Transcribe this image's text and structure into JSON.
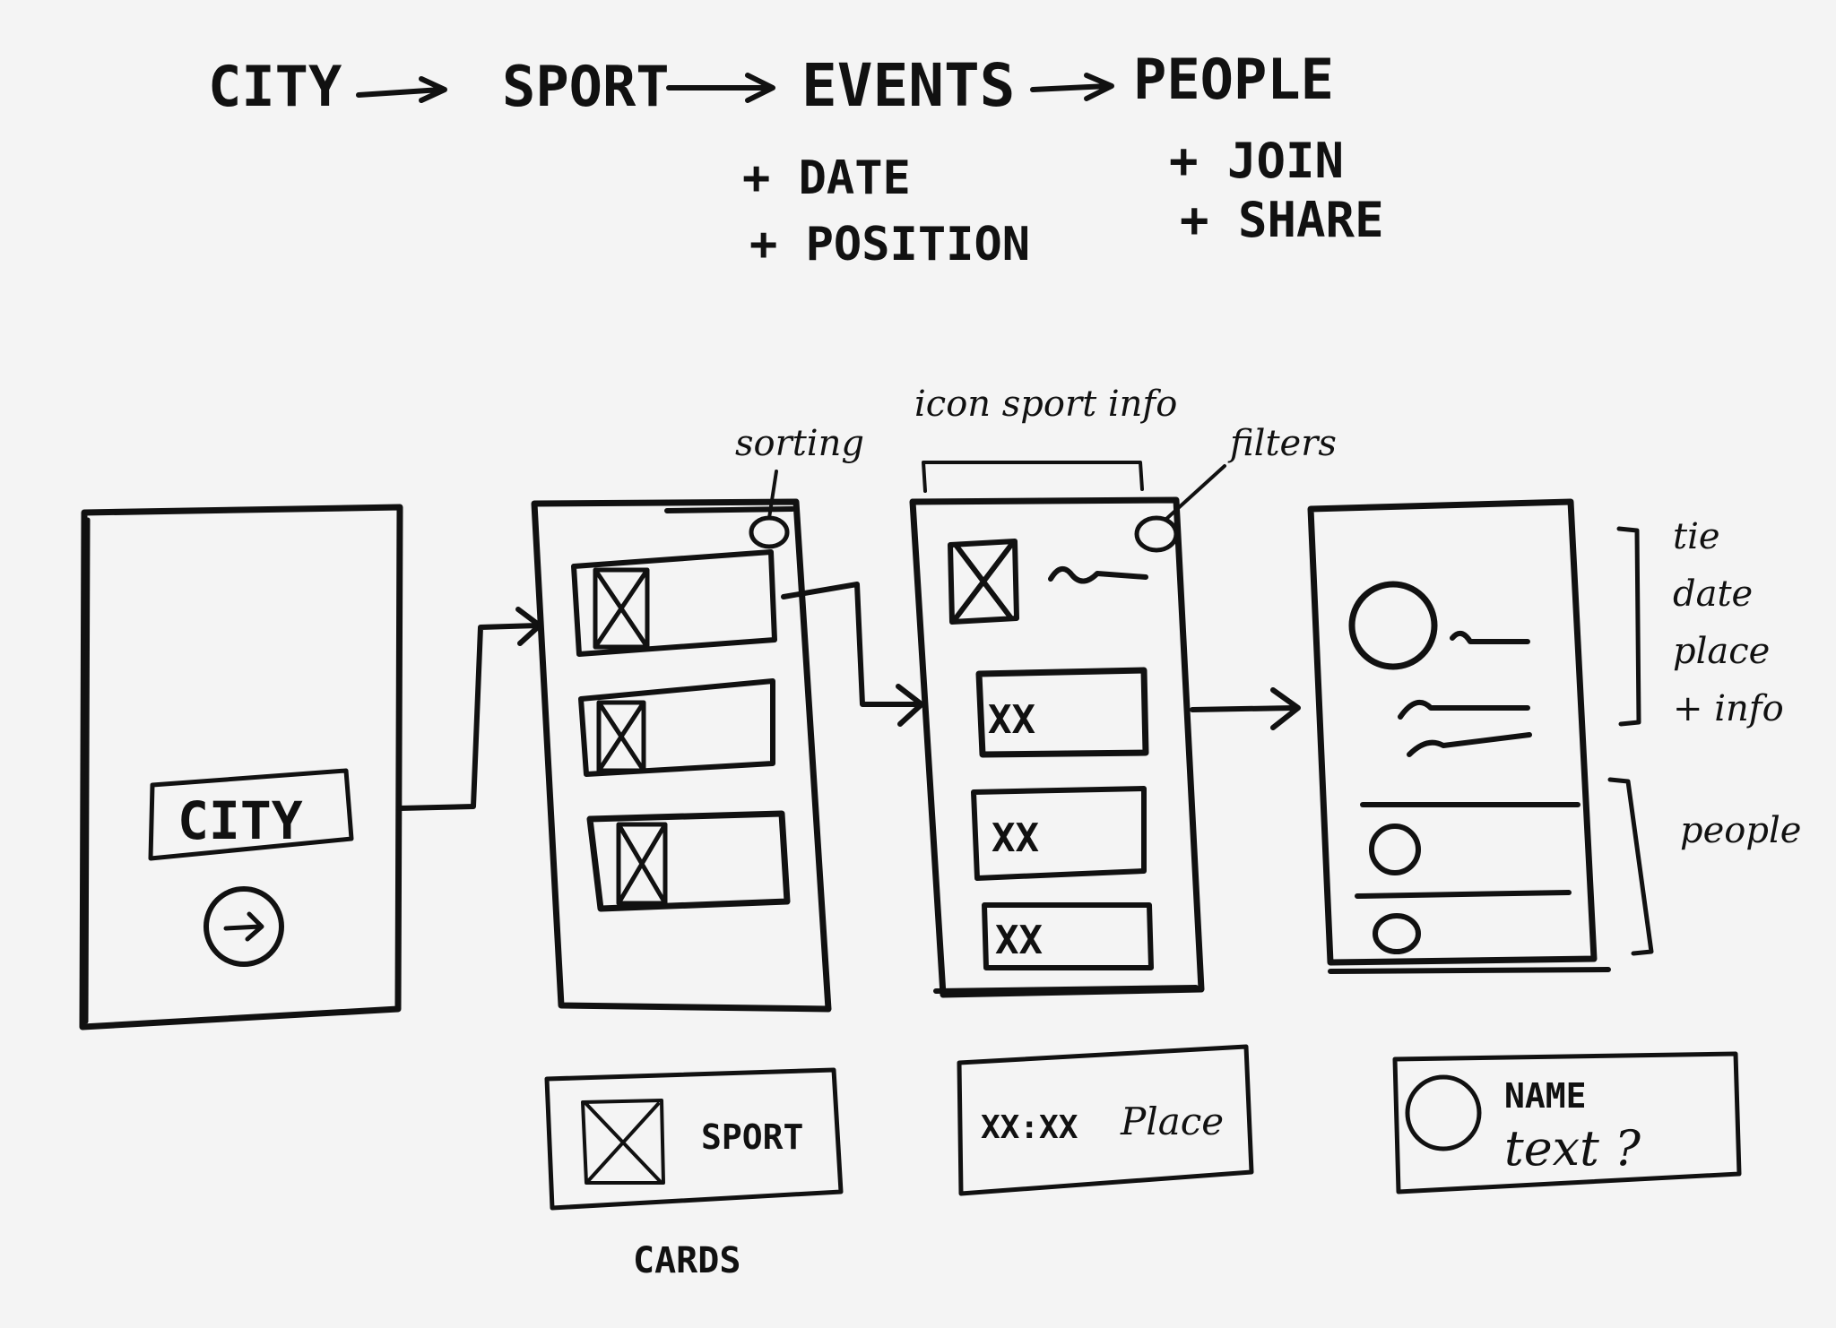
{
  "flow": {
    "city": "CITY",
    "sport": "SPORT",
    "events": "EVENTS",
    "people": "PEOPLE"
  },
  "events_extras": [
    "+ DATE",
    "+ POSITION"
  ],
  "people_extras": [
    "+ JOIN",
    "+ SHARE"
  ],
  "annotations": {
    "sorting": "sorting",
    "icon_sport_info": "icon sport info",
    "filters": "filters",
    "detail_info": [
      "tie",
      "date",
      "place",
      "+ info"
    ],
    "people": "people"
  },
  "screen_city": {
    "input_label": "CITY"
  },
  "card_samples": {
    "sport_card": "SPORT",
    "event_card_time": "XX:XX",
    "event_card_place": "Place",
    "person_card_name": "NAME",
    "person_card_text": "text ?",
    "cards_caption": "CARDS"
  },
  "event_rows": [
    "XX",
    "XX",
    "XX"
  ]
}
